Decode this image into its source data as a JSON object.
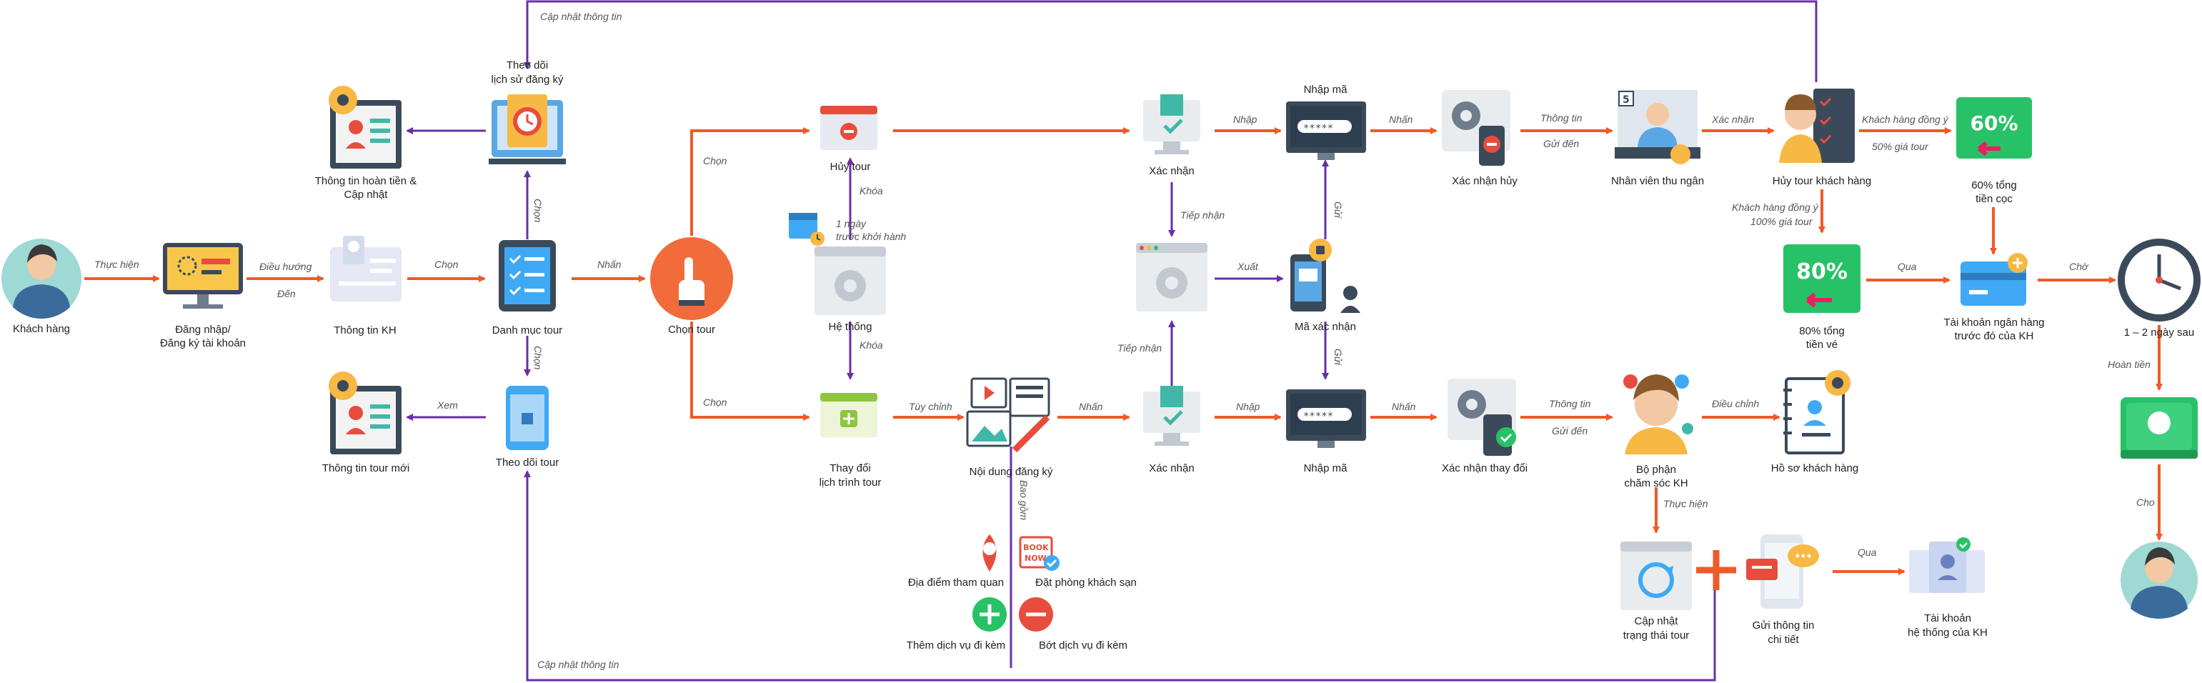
{
  "colors": {
    "main_arrow": "#f05a28",
    "feedback_arrow": "#6a2fa6",
    "node_orange": "#f26b3a",
    "money_green": "#27c267",
    "card_blue": "#3fa9f5",
    "dark_slate": "#3b4a5a"
  },
  "nodes": {
    "khach_hang": "Khách hàng",
    "dang_nhap_1": "Đăng nhập/",
    "dang_nhap_2": "Đăng ký tài khoản",
    "thong_tin_kh": "Thông tin KH",
    "danh_muc_tour": "Danh mục tour",
    "theo_doi_lich_su_1": "Theo dõi",
    "theo_doi_lich_su_2": "lịch sử đăng ký",
    "thong_tin_hoan_tien_1": "Thông tin hoàn tiền &",
    "thong_tin_hoan_tien_2": "Cập nhật",
    "theo_doi_tour": "Theo dõi tour",
    "thong_tin_tour_moi": "Thông tin tour mới",
    "chon_tour": "Chọn tour",
    "huy_tour": "Hủy tour",
    "mot_ngay_1": "1 ngày",
    "mot_ngay_2": "trước khởi hành",
    "he_thong": "Hệ thống",
    "thay_doi_1": "Thay đổi",
    "thay_doi_2": "lịch trình tour",
    "noi_dung_dang_ky": "Nội dung đăng ký",
    "dia_diem": "Địa điểm tham quan",
    "dat_phong": "Đặt phòng khách sạn",
    "them_dich_vu": "Thêm dịch vụ đi kèm",
    "bot_dich_vu": "Bớt dịch vụ đi kèm",
    "xac_nhan_top": "Xác nhận",
    "xac_nhan_bottom": "Xác nhận",
    "nhap_ma_top": "Nhập mã",
    "nhap_ma_bottom": "Nhập mã",
    "ma_xac_nhan": "Mã xác nhận",
    "xac_nhan_huy": "Xác nhận hủy",
    "xac_nhan_thay_doi": "Xác nhận thay đổi",
    "nhan_vien_thu_ngan": "Nhân viên thu ngân",
    "huy_tour_khach_hang": "Hủy tour khách hàng",
    "sixty_1": "60% tổng",
    "sixty_2": "tiền cọc",
    "eighty_1": "80% tổng",
    "eighty_2": "tiền vé",
    "tai_khoan_ngan_hang_1": "Tài khoản ngân hàng",
    "tai_khoan_ngan_hang_2": "trước đó của KH",
    "mot_hai_ngay": "1 – 2 ngày sau",
    "bo_phan_1": "Bộ phận",
    "bo_phan_2": "chăm sóc KH",
    "ho_so_khach_hang": "Hồ sơ khách hàng",
    "cap_nhat_trang_thai_1": "Cập nhật",
    "cap_nhat_trang_thai_2": "trạng thái tour",
    "gui_thong_tin_1": "Gửi thông tin",
    "gui_thong_tin_2": "chi tiết",
    "tai_khoan_he_thong_1": "Tài khoản",
    "tai_khoan_he_thong_2": "hệ thống của KH"
  },
  "edges": {
    "thuc_hien": "Thực hiện",
    "dieu_huong": "Điều hướng",
    "den": "Đến",
    "chon_kh": "Chọn",
    "nhan_danh_muc": "Nhấn",
    "chon_lich_su": "Chọn",
    "chon_theo_doi": "Chọn",
    "xem": "Xem",
    "cap_nhat_top": "Cập nhật thông tin",
    "cap_nhat_bottom": "Cập nhật thông tin",
    "chon_huy": "Chọn",
    "chon_thay_doi": "Chọn",
    "khoa_top": "Khóa",
    "khoa_bottom": "Khóa",
    "tuy_chinh": "Tùy chỉnh",
    "bao_gom": "Bao gồm",
    "nhan_noi_dung": "Nhấn",
    "nhap_top": "Nhập",
    "nhap_bottom": "Nhập",
    "nhan_top": "Nhấn",
    "nhan_bottom": "Nhấn",
    "tiep_nhan_top": "Tiếp nhận",
    "tiep_nhan_bottom": "Tiếp nhận",
    "xuat": "Xuất",
    "gui_top": "Gửi",
    "gui_bottom": "Gửi",
    "thong_tin_top": "Thông tin",
    "gui_den_top": "Gửi đến",
    "thong_tin_bottom": "Thông tin",
    "gui_den_bottom": "Gửi đến",
    "xac_nhan_edge": "Xác nhận",
    "kh_dong_50_1": "Khách hàng đồng ý",
    "kh_dong_50_2": "50% giá tour",
    "kh_dong_100_1": "Khách hàng đồng ý",
    "kh_dong_100_2": "100% giá tour",
    "qua_top": "Qua",
    "cho_top": "Chờ",
    "hoan_tien": "Hoàn tiền",
    "cho_bottom": "Cho",
    "dieu_chinh": "Điều chỉnh",
    "thuc_hien_cskh": "Thực hiện",
    "qua_bottom": "Qua"
  },
  "badges": {
    "sixty": "60%",
    "eighty": "80%",
    "book": "BOOK",
    "now": "NOW",
    "code_dots": "*****",
    "desk_number": "5"
  }
}
